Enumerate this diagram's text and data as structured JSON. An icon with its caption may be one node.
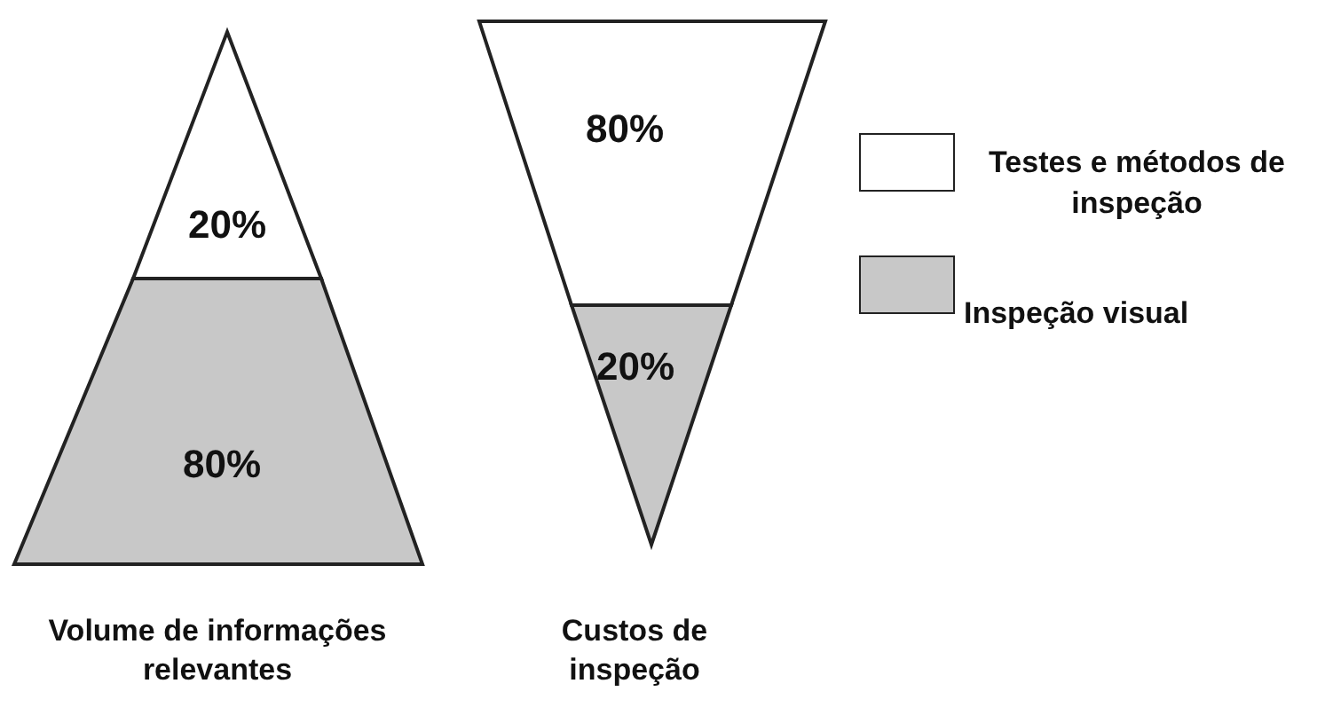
{
  "diagram": {
    "nodes": [
      {
        "text": [
          "20%"
        ]
      },
      {
        "text": [
          "80%"
        ]
      },
      {
        "text": [
          "80%"
        ]
      },
      {
        "text": [
          "20%"
        ]
      }
    ],
    "labels": [
      "Volume de informações relevantes",
      "Custos de inspeção"
    ],
    "legend": [
      {
        "text": "Testes e métodos de inspeção",
        "color": "#ffffff"
      },
      {
        "text": "Inspeção visual",
        "color": "#c8c8c8"
      }
    ]
  }
}
